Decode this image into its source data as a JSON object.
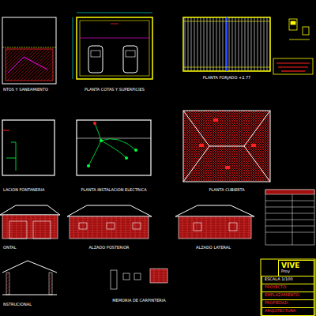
{
  "diagram": {
    "nodes": [
      {
        "text": [
          "VIVE",
          "Proy"
        ]
      },
      {
        "text": [
          "ESCALA 1/100"
        ]
      },
      {
        "text": [
          "PROYECTO:"
        ]
      },
      {
        "text": [
          "EMPLAZAMIENTO:"
        ]
      },
      {
        "text": [
          "PROPIEDAD:"
        ]
      },
      {
        "text": [
          "ARQUITECTURA"
        ]
      }
    ],
    "labels": [
      "NTOS Y SANEAMIENTO",
      "PLANTA COTAS Y SUPERFICIES",
      "PLANTA FORJADO +2.77",
      "LACION FONTANERIA",
      "PLANTA INSTALACION ELECTRICA",
      "PLANTA CUBIERTA",
      "ONTAL",
      "ALZADO POSTERIOR",
      "ALZADO LATERAL",
      "NSTRUCIONAL",
      "MEMORIA DE CARPINTERIA"
    ]
  }
}
